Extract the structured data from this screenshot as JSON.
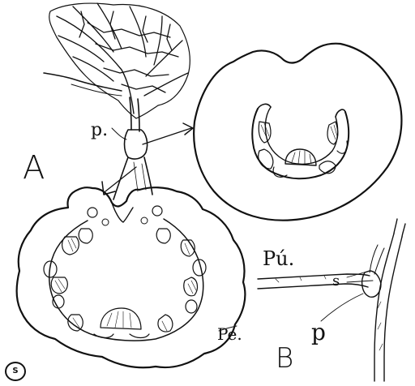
{
  "labels": {
    "figure_a": "A",
    "petiole_pulvinus": "p.",
    "secondary_pulvinus": "Pú.",
    "stipels": "s",
    "pulvinus_b": "p",
    "figure_b": "B",
    "petiole_section": "Pe."
  },
  "signature": "S",
  "colors": {
    "ink": "#111111",
    "paper": "#ffffff"
  }
}
